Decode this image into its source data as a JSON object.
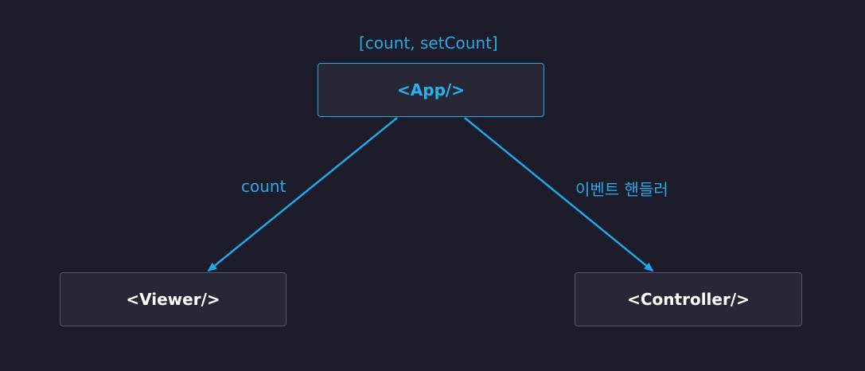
{
  "nodes": {
    "app": "<App/>",
    "viewer": "<Viewer/>",
    "controller": "<Controller/>"
  },
  "state_label": "[count, setCount]",
  "edges": {
    "app_to_viewer": "count",
    "app_to_controller": "이벤트 핸들러"
  },
  "colors": {
    "background": "#1c1c2a",
    "node_fill": "#272736",
    "node_border": "#53536a",
    "accent": "#1fa7e6",
    "node_text": "#ffffff"
  }
}
